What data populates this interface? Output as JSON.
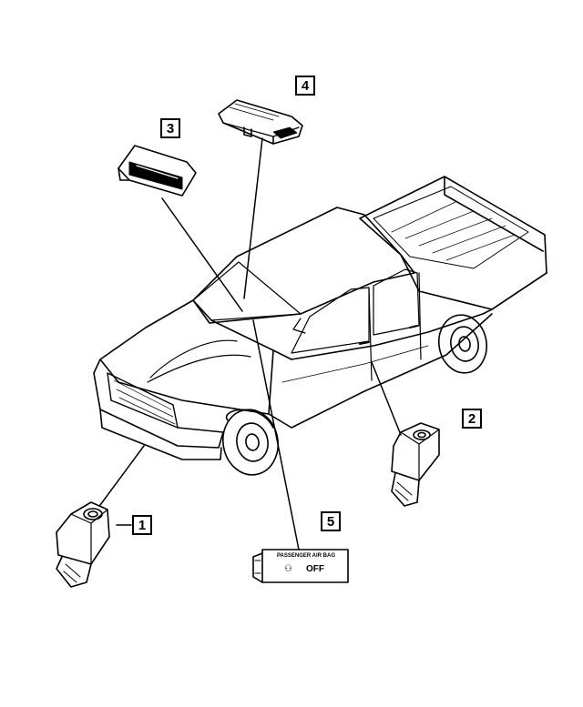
{
  "callouts": {
    "c1": "1",
    "c2": "2",
    "c3": "3",
    "c4": "4",
    "c5": "5"
  },
  "switch_panel": {
    "title": "PASSENGER AIR BAG",
    "state": "OFF"
  }
}
